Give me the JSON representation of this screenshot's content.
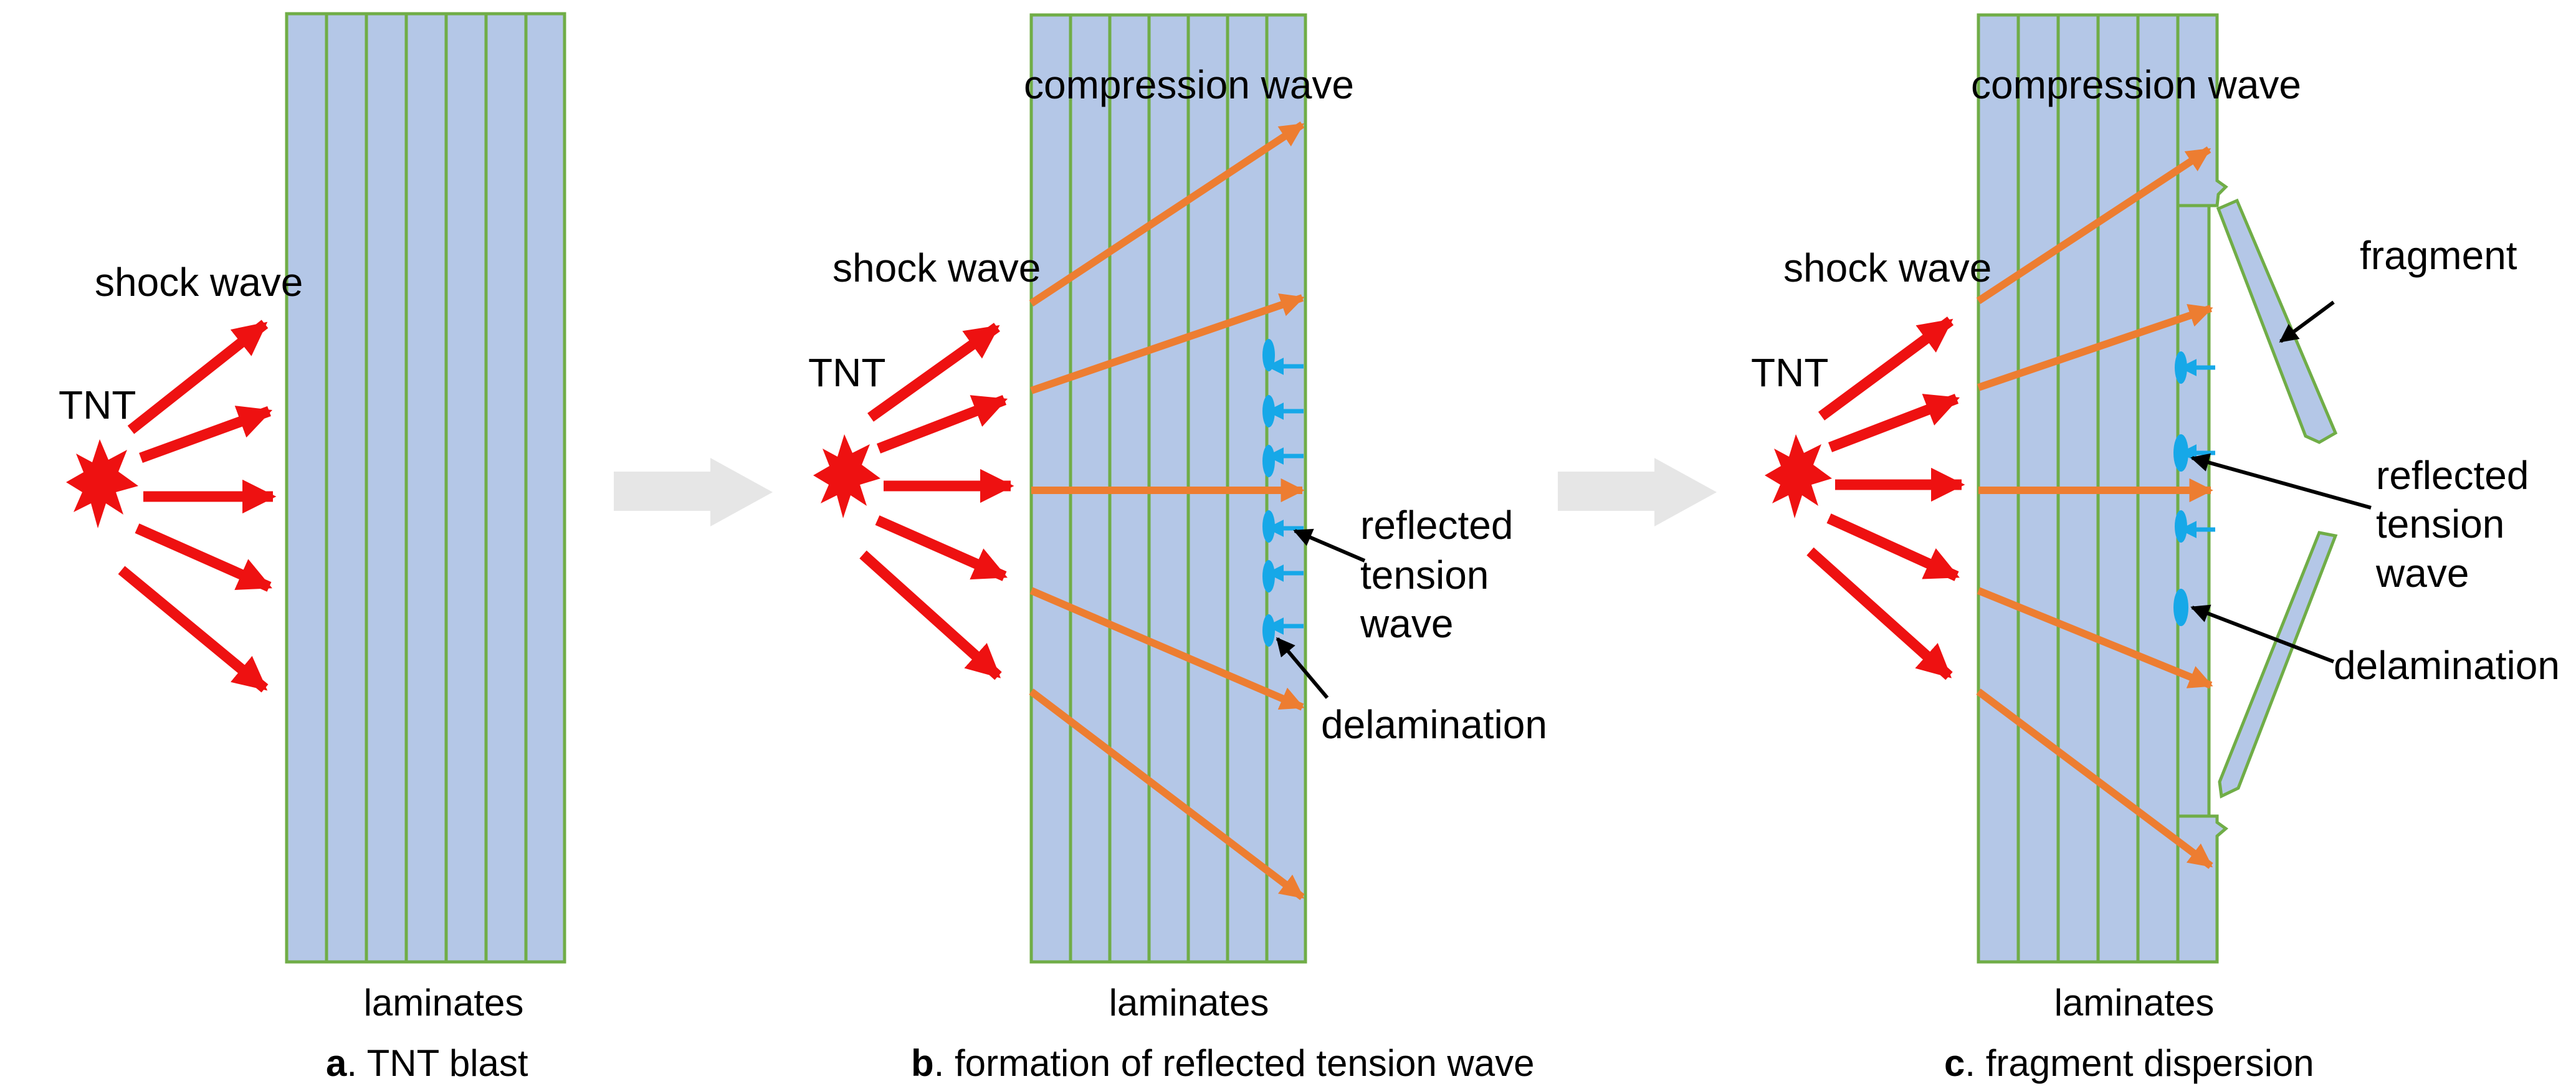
{
  "colors": {
    "plate_fill": "#b4c7e7",
    "plate_stroke": "#70ad47",
    "shock_arrow": "#ee1111",
    "compression_arrow": "#ed7d31",
    "tension_wave": "#16a8e8",
    "step_arrow": "#e6e6e6",
    "text": "#000000"
  },
  "panel_a": {
    "tnt_label": "TNT",
    "shock_label": "shock wave",
    "laminates_label": "laminates",
    "caption_letter": "a",
    "caption_text": ". TNT blast"
  },
  "panel_b": {
    "tnt_label": "TNT",
    "shock_label": "shock wave",
    "compression_label": "compression wave",
    "reflected_label_1": "reflected",
    "reflected_label_2": "tension",
    "reflected_label_3": "wave",
    "delamination_label": "delamination",
    "laminates_label": "laminates",
    "caption_letter": "b",
    "caption_text": ". formation of reflected tension wave"
  },
  "panel_c": {
    "tnt_label": "TNT",
    "shock_label": "shock wave",
    "compression_label": "compression wave",
    "fragment_label": "fragment",
    "reflected_label_1": "reflected",
    "reflected_label_2": "tension",
    "reflected_label_3": "wave",
    "delamination_label": "delamination",
    "laminates_label": "laminates",
    "caption_letter": "c",
    "caption_text": ". fragment dispersion"
  }
}
